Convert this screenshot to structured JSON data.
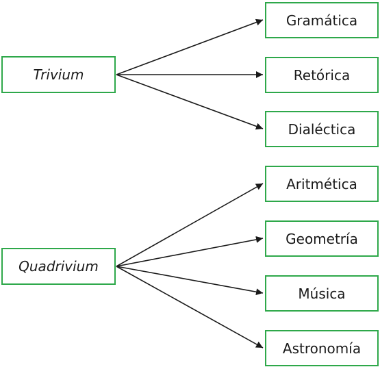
{
  "diagram": {
    "groups": [
      {
        "label": "Trivium",
        "children": [
          "Gramática",
          "Retórica",
          "Dialéctica"
        ]
      },
      {
        "label": "Quadrivium",
        "children": [
          "Aritmética",
          "Geometría",
          "Música",
          "Astronomía"
        ]
      }
    ],
    "colors": {
      "box_border": "#2ea84a",
      "arrow": "#1a1a1a",
      "text": "#1a1a1a"
    }
  }
}
